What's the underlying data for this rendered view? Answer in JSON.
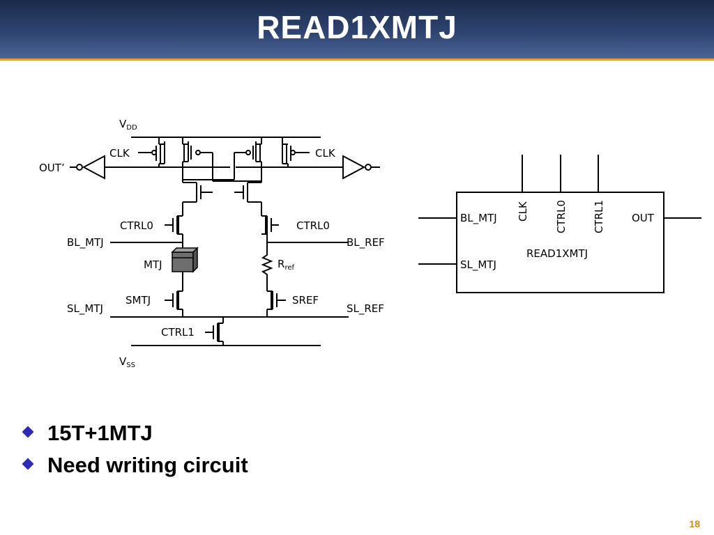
{
  "slide": {
    "title": "READ1XMTJ",
    "page_number": "18"
  },
  "circuit": {
    "vdd": "V",
    "vdd_sub": "DD",
    "vss": "V",
    "vss_sub": "SS",
    "clk_left": "CLK",
    "clk_right": "CLK",
    "out_prime": "OUT’",
    "ctrl0_left": "CTRL0",
    "ctrl0_right": "CTRL0",
    "bl_mtj": "BL_MTJ",
    "bl_ref": "BL_REF",
    "mtj": "MTJ",
    "rref": "R",
    "rref_sub": "ref",
    "smtj": "SMTJ",
    "sref": "SREF",
    "sl_mtj": "SL_MTJ",
    "sl_ref": "SL_REF",
    "ctrl1": "CTRL1"
  },
  "block": {
    "name": "READ1XMTJ",
    "pin_bl_mtj": "BL_MTJ",
    "pin_sl_mtj": "SL_MTJ",
    "pin_clk": "CLK",
    "pin_ctrl0": "CTRL0",
    "pin_ctrl1": "CTRL1",
    "pin_out": "OUT"
  },
  "bullets": [
    "15T+1MTJ",
    "Need writing circuit"
  ],
  "colors": {
    "header_top": "#1a2a4a",
    "header_bottom": "#4a6496",
    "header_rule": "#e3a13a",
    "bullet": "#2b2bb8",
    "page_number": "#d4881e"
  }
}
